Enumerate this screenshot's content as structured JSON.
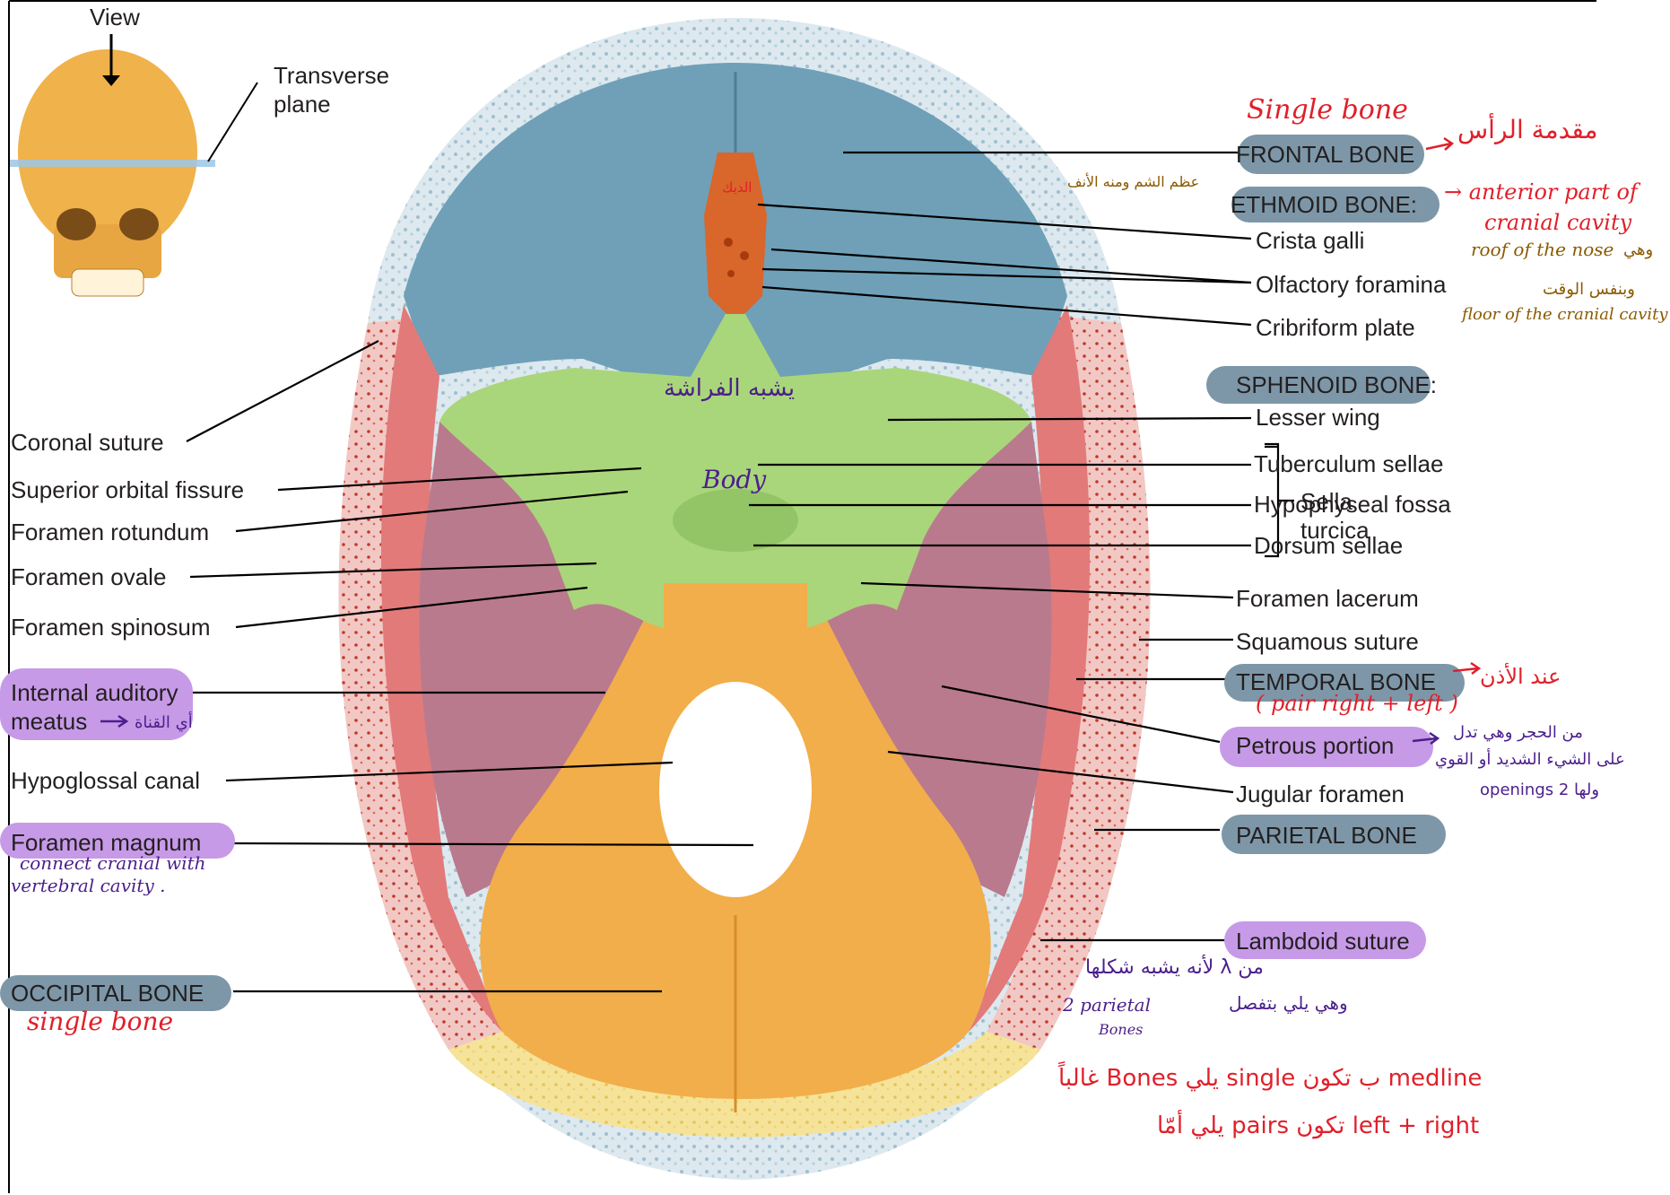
{
  "inset": {
    "view": "View",
    "plane": "Transverse\nplane"
  },
  "labels": {
    "frontal_bone": "FRONTAL BONE",
    "ethmoid_bone": "ETHMOID BONE:",
    "crista_galli": "Crista galli",
    "olfactory_foramina": "Olfactory foramina",
    "cribriform_plate": "Cribriform plate",
    "sphenoid_bone": "SPHENOID BONE:",
    "lesser_wing": "Lesser wing",
    "tuberculum_sellae": "Tuberculum sellae",
    "hypophyseal_fossa": "Hypophyseal fossa",
    "dorsum_sellae": "Dorsum sellae",
    "sella_turcica": "Sella\nturcica",
    "foramen_lacerum": "Foramen lacerum",
    "squamous_suture": "Squamous suture",
    "temporal_bone": "TEMPORAL BONE",
    "petrous_portion": "Petrous portion",
    "jugular_foramen": "Jugular foramen",
    "parietal_bone": "PARIETAL BONE",
    "lambdoid_suture": "Lambdoid suture",
    "coronal_suture": "Coronal suture",
    "superior_orbital_fissure": "Superior orbital fissure",
    "foramen_rotundum": "Foramen rotundum",
    "foramen_ovale": "Foramen ovale",
    "foramen_spinosum": "Foramen spinosum",
    "internal_auditory_meatus": "Internal auditory\nmeatus",
    "hypoglossal_canal": "Hypoglossal canal",
    "foramen_magnum": "Foramen magnum",
    "occipital_bone": "OCCIPITAL BONE"
  },
  "notes": {
    "single_bone_top": "Single bone",
    "frontal_ar": "مقدمة الرأس",
    "ethmoid_ar": "عظم الشم ومنه الأنف",
    "crista_ar": "الديك",
    "ethmoid_desc_1": "→ anterior part of",
    "ethmoid_desc_2": "cranial cavity",
    "roof_nose": "roof of the nose",
    "and_ar": "وهي",
    "same_time_ar": "وبنفس الوقت",
    "floor_cranial": "floor of the cranial cavity",
    "butterfly_ar": "يشبه الفراشة",
    "body": "Body",
    "ear_ar": "عند الأذن",
    "pair": "( pair right + left )",
    "petrous_ar_1": "من الحجر وهي تدل",
    "petrous_ar_2": "على الشيء الشديد أو القوي",
    "petrous_ar_3": "ولها 2 openings",
    "meatus_ar": "أي القناة",
    "magnum_note_1": "connect cranial with",
    "magnum_note_2": "vertebral cavity .",
    "single_bone_bottom": "single bone",
    "lambda_ar_1": "من λ لأنه يشبه شكلها",
    "lambda_ar_2": "وهي يلي بتفصل",
    "two_parietal": "2 parietal",
    "bones": "Bones",
    "single_midline": "medline ب تكون single يلي Bones غالباً",
    "pairs_lr": "left + right تكون pairs يلي أمّا"
  },
  "colors": {
    "frontal": "#6fa0b8",
    "ethmoid": "#d9662a",
    "sphenoid": "#a9d67a",
    "temporal": "#b97a8e",
    "parietal": "#e27a7a",
    "occipital": "#f2ae4a",
    "diploe": "#dbe8ee",
    "highlight_grey": "#7d97a8",
    "highlight_purple": "#c79ae8"
  }
}
